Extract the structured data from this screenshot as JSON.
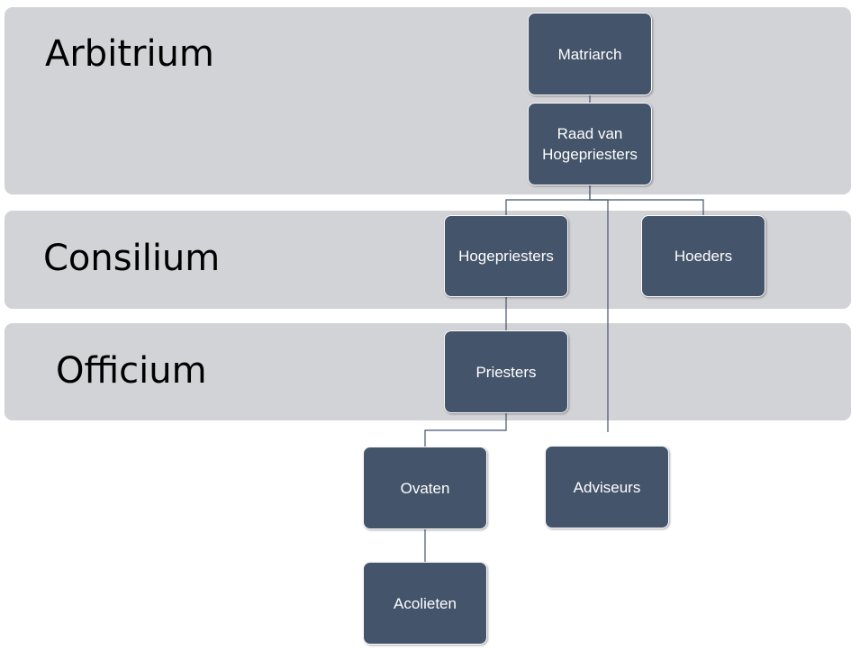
{
  "bands": {
    "arbitrium": "Arbitrium",
    "consilium": "Consilium",
    "officium": "Officium"
  },
  "nodes": {
    "matriarch": "Matriarch",
    "raad_line1": "Raad van",
    "raad_line2": "Hogepriesters",
    "hogepriesters": "Hogepriesters",
    "hoeders": "Hoeders",
    "priesters": "Priesters",
    "ovaten": "Ovaten",
    "adviseurs": "Adviseurs",
    "acolieten": "Acolieten"
  },
  "colors": {
    "band_fill": "#d2d3d7",
    "node_fill": "#44546a",
    "node_text": "#ffffff",
    "connector": "#44546a"
  }
}
